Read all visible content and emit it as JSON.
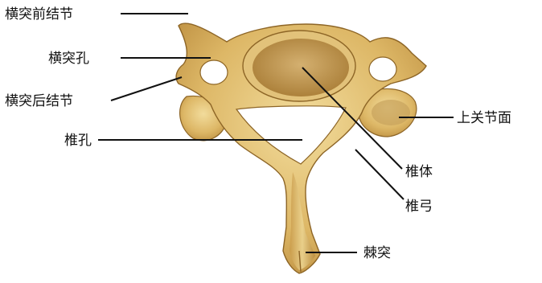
{
  "labels": {
    "anterior_tubercle": "横突前结节",
    "transverse_foramen": "横突孔",
    "posterior_tubercle": "横突后结节",
    "vertebral_foramen": "椎孔",
    "superior_articular_surface": "上关节面",
    "vertebral_body": "椎体",
    "vertebral_arch": "椎弓",
    "spinous_process": "棘突"
  },
  "colors": {
    "bone_light": "#e9cf86",
    "bone_mid": "#d9b15a",
    "bone_shadow": "#b98a3c",
    "bone_outline": "#8d6526",
    "body_top": "#c9a35a",
    "leader_line": "#111111",
    "background": "#ffffff"
  }
}
